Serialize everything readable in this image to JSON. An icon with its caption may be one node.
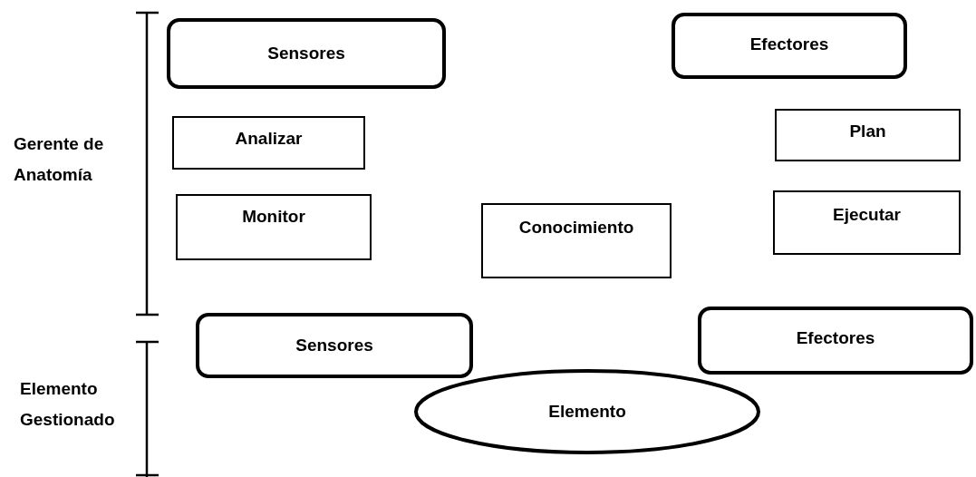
{
  "diagram": {
    "nodes": [
      {
        "text": [
          "Sensores"
        ]
      },
      {
        "text": [
          "Efectores"
        ]
      },
      {
        "text": [
          "Analizar"
        ]
      },
      {
        "text": [
          "Plan"
        ]
      },
      {
        "text": [
          "Monitor"
        ]
      },
      {
        "text": [
          "Conocimiento"
        ]
      },
      {
        "text": [
          "Ejecutar"
        ]
      },
      {
        "text": [
          "Sensores"
        ]
      },
      {
        "text": [
          "Efectores"
        ]
      },
      {
        "text": [
          "Elemento"
        ]
      }
    ],
    "labels": [
      "Gerente de Anatomía",
      "Elemento Gestionado"
    ]
  }
}
